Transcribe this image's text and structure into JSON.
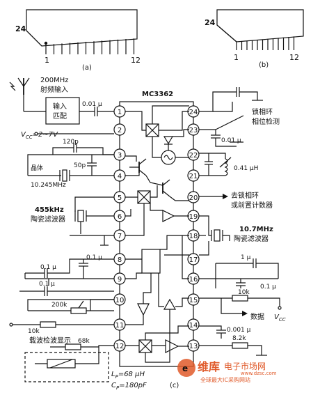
{
  "package": {
    "a": {
      "pin_left": "24",
      "pin_first": "1",
      "pin_last": "12",
      "caption": "(a)"
    },
    "b": {
      "pin_left": "24",
      "pin_first": "1",
      "pin_last": "12",
      "caption": "(b)"
    }
  },
  "chip": {
    "name": "MC3362"
  },
  "pins_left": [
    "1",
    "2",
    "3",
    "4",
    "5",
    "6",
    "7",
    "8",
    "9",
    "10",
    "11",
    "12"
  ],
  "pins_right": [
    "24",
    "23",
    "22",
    "21",
    "20",
    "19",
    "18",
    "17",
    "16",
    "15",
    "14",
    "13"
  ],
  "labels": {
    "rf_in_1": "200MHz",
    "rf_in_2": "射频输入",
    "match_1": "输入",
    "match_2": "匹配",
    "cap_in": "0.01 μ",
    "vcc_range": "V",
    "vcc_sub": "CC",
    "vcc_range_tail": "=2~7V",
    "c_120p": "120p",
    "crystal_1": "晶体",
    "c_50p": "50p",
    "crystal_freq": "10.245MHz",
    "filt455_1": "455kHz",
    "filt455_2": "陶瓷滤波器",
    "pll_1": "锁相环",
    "pll_2": "相位检测",
    "c_001_23": "0.01 μ",
    "l_041": "0.41 μH",
    "to_pll_1": "去锁相环",
    "to_pll_2": "或前置计数器",
    "filt107_1": "10.7MHz",
    "filt107_2": "陶瓷滤波器",
    "c_1u": "1 μ",
    "c_01_16": "0.1 μ",
    "r_10k_15": "10k",
    "data": "数据",
    "vcc_r": "V",
    "vcc_r_sub": "CC",
    "c_0001_14": "0.001 μ",
    "r_82k": "8.2k",
    "c_01_8": "0.1 μ",
    "c_01_8b": "0.1 μ",
    "c_01_9": "0.1 μ",
    "pot_200k": "200k",
    "r_10k_11": "10k",
    "carrier": "载波检波显示",
    "r_68k": "68k",
    "lp": "L",
    "lp_sub": "P",
    "lp_val": "=68 μH",
    "cp": "C",
    "cp_sub": "P",
    "cp_val": "=180pF",
    "caption_c": "(c)",
    "watermark_1": "维库",
    "watermark_2": "电子市场网",
    "watermark_3": "全球最大IC采购网站",
    "watermark_url": "www.dzsc.com"
  },
  "colors": {
    "ink": "#111111",
    "watermark": "#e05a2a"
  }
}
